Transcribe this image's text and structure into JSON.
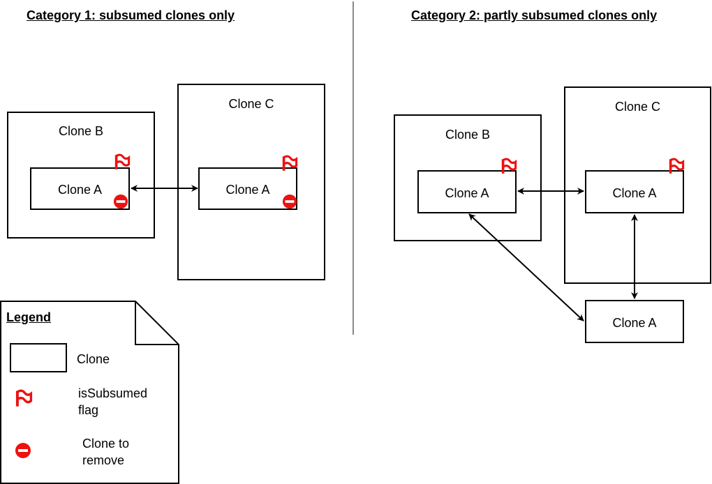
{
  "category1": {
    "title": "Category 1: subsumed clones only",
    "clone_b": "Clone B",
    "clone_c": "Clone C",
    "inner_b": "Clone A",
    "inner_c": "Clone A"
  },
  "category2": {
    "title": "Category 2: partly subsumed clones only",
    "clone_b": "Clone B",
    "clone_c": "Clone C",
    "inner_b": "Clone A",
    "inner_c": "Clone A",
    "standalone": "Clone A"
  },
  "legend": {
    "title": "Legend",
    "clone": "Clone",
    "flag_line1": "isSubsumed",
    "flag_line2": "flag",
    "remove_line1": "Clone to",
    "remove_line2": "remove"
  },
  "colors": {
    "flag": "#ee1111",
    "remove": "#ee1111",
    "divider": "#888888"
  }
}
